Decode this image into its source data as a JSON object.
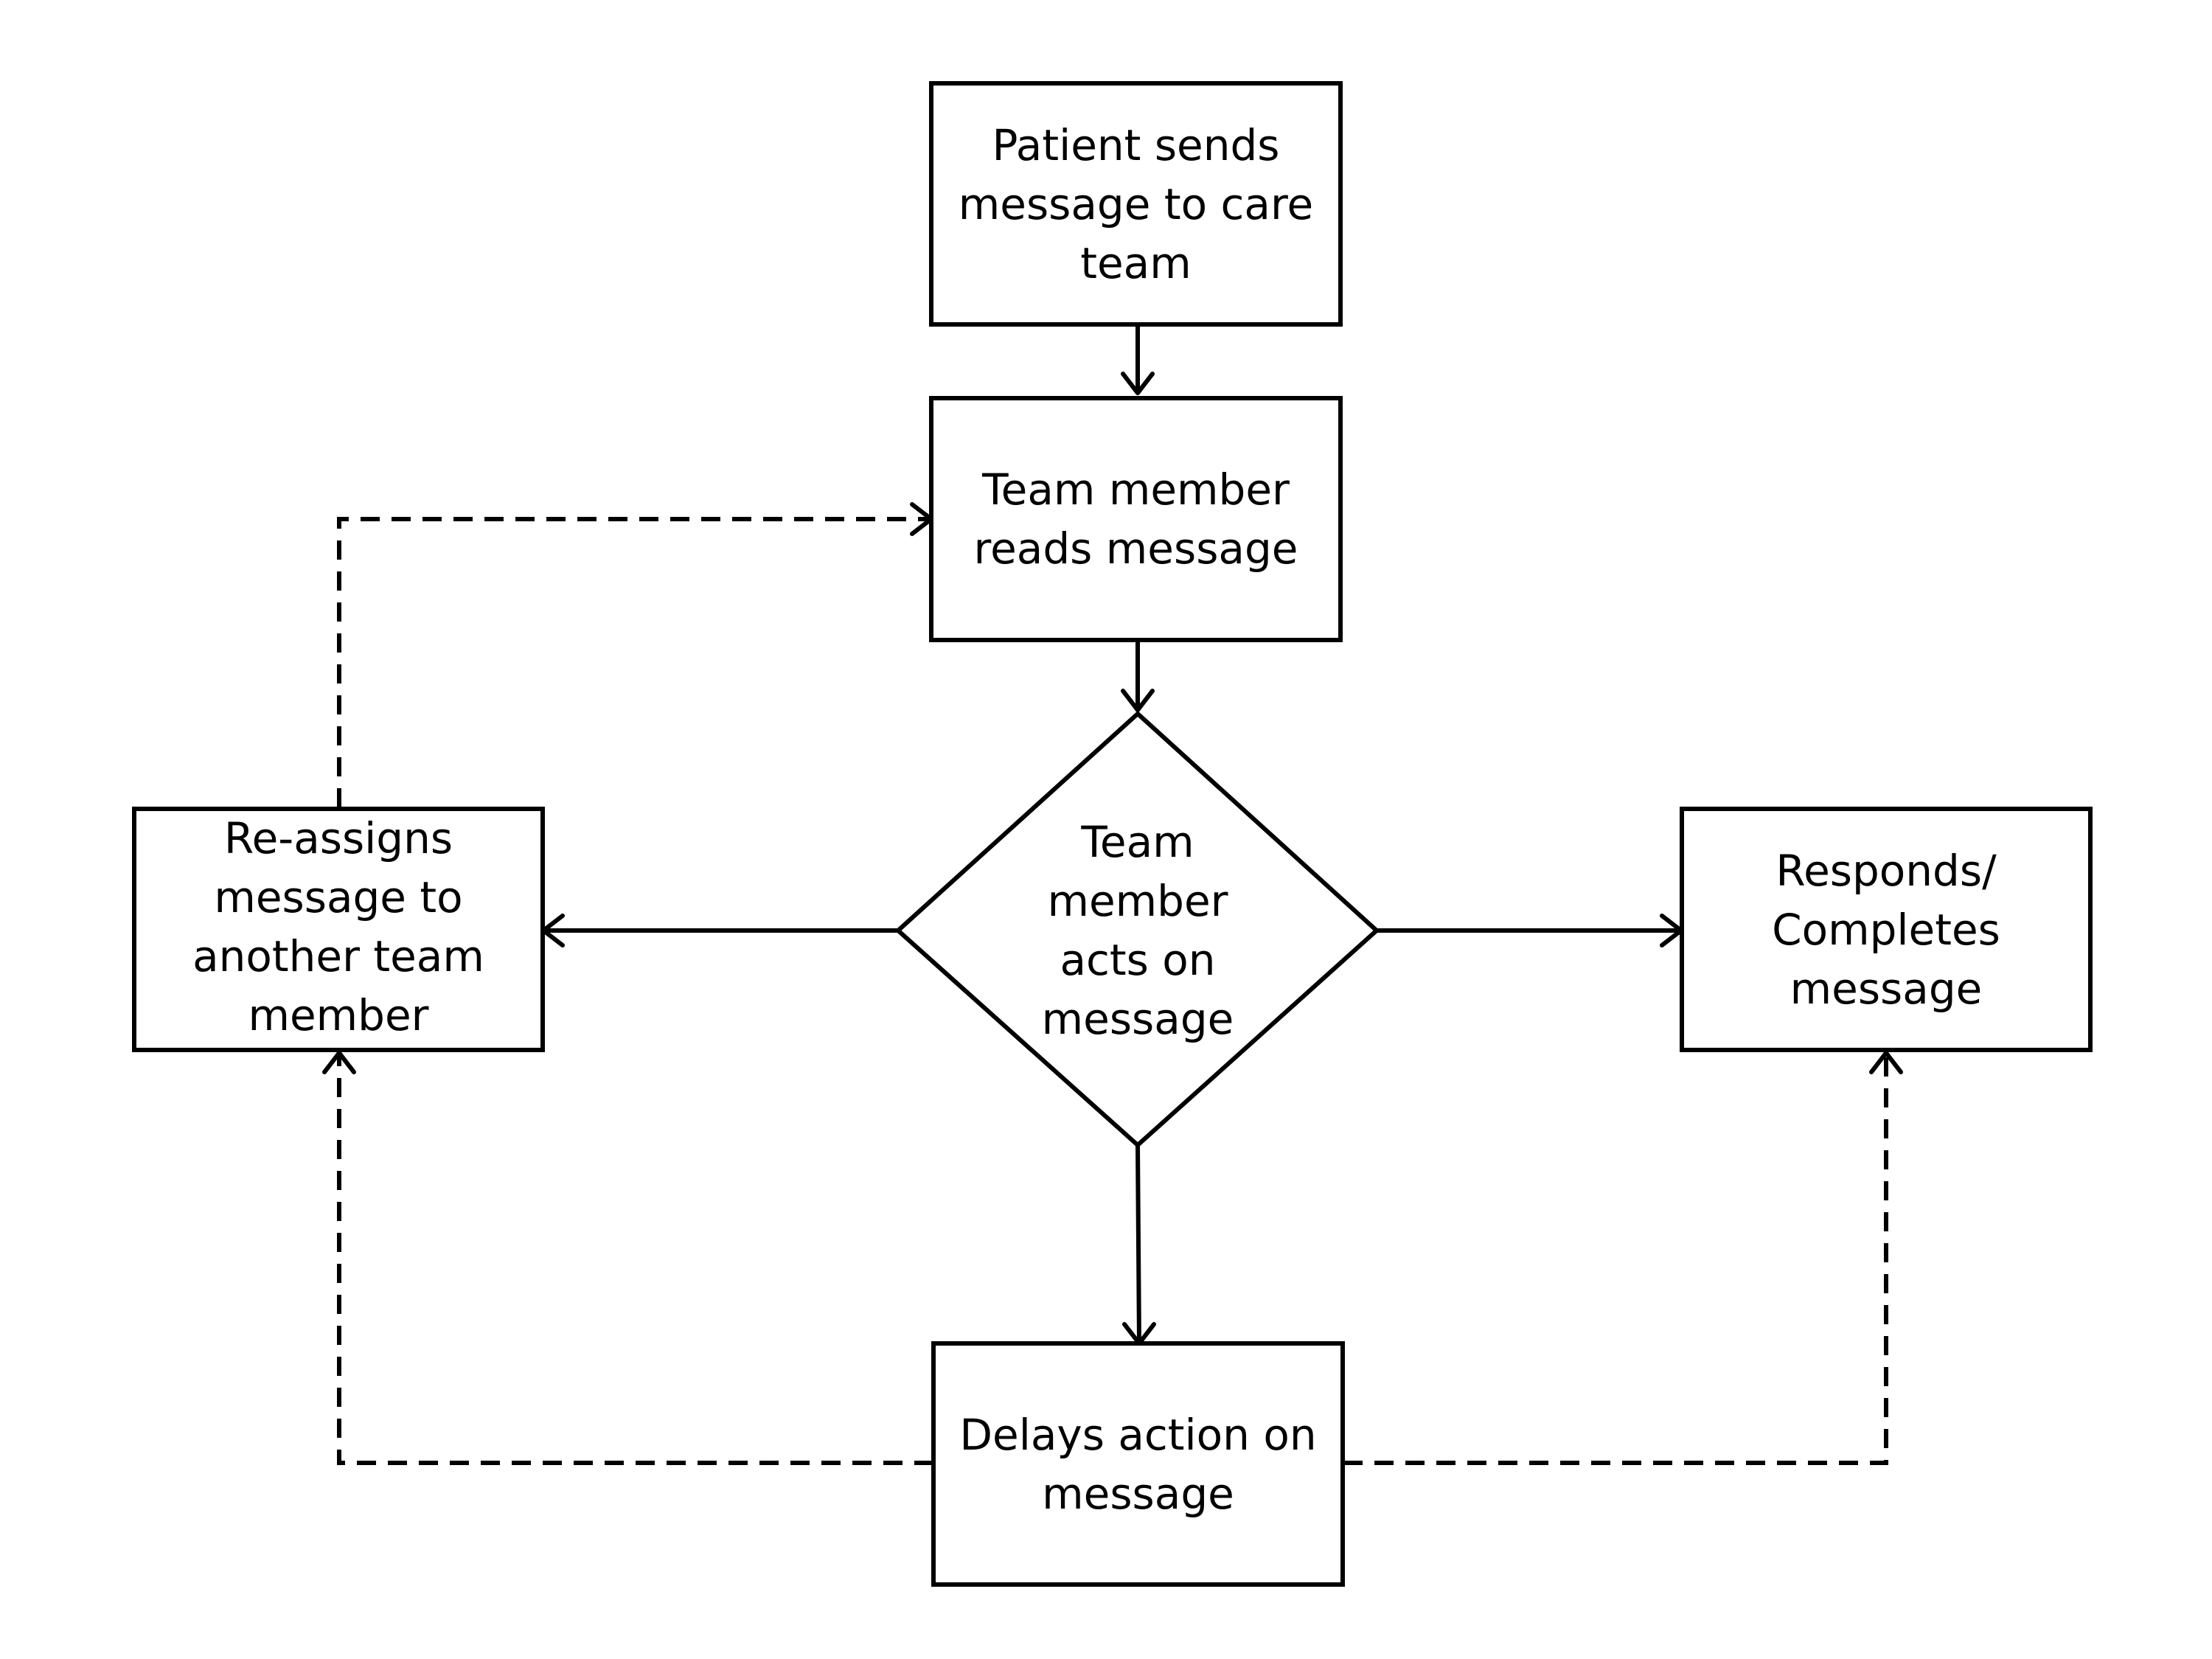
{
  "diagram": {
    "type": "flowchart",
    "nodes": {
      "patient_sends": {
        "label": "Patient sends\nmessage to care\nteam",
        "shape": "rectangle"
      },
      "reads_message": {
        "label": "Team member\nreads message",
        "shape": "rectangle"
      },
      "acts_on_message": {
        "label": "Team\nmember\nacts on\nmessage",
        "shape": "diamond"
      },
      "reassigns": {
        "label": "Re-assigns\nmessage to\nanother team\nmember",
        "shape": "rectangle"
      },
      "responds": {
        "label": "Responds/\nCompletes\nmessage",
        "shape": "rectangle"
      },
      "delays": {
        "label": "Delays action on\nmessage",
        "shape": "rectangle"
      }
    },
    "edges": [
      {
        "from": "patient_sends",
        "to": "reads_message",
        "style": "solid"
      },
      {
        "from": "reads_message",
        "to": "acts_on_message",
        "style": "solid"
      },
      {
        "from": "acts_on_message",
        "to": "reassigns",
        "style": "solid"
      },
      {
        "from": "acts_on_message",
        "to": "responds",
        "style": "solid"
      },
      {
        "from": "acts_on_message",
        "to": "delays",
        "style": "solid"
      },
      {
        "from": "reassigns",
        "to": "reads_message",
        "style": "dashed"
      },
      {
        "from": "delays",
        "to": "reassigns",
        "style": "dashed"
      },
      {
        "from": "delays",
        "to": "responds",
        "style": "dashed"
      }
    ],
    "colors": {
      "stroke": "#000000",
      "fill": "#ffffff",
      "text": "#000000"
    }
  }
}
